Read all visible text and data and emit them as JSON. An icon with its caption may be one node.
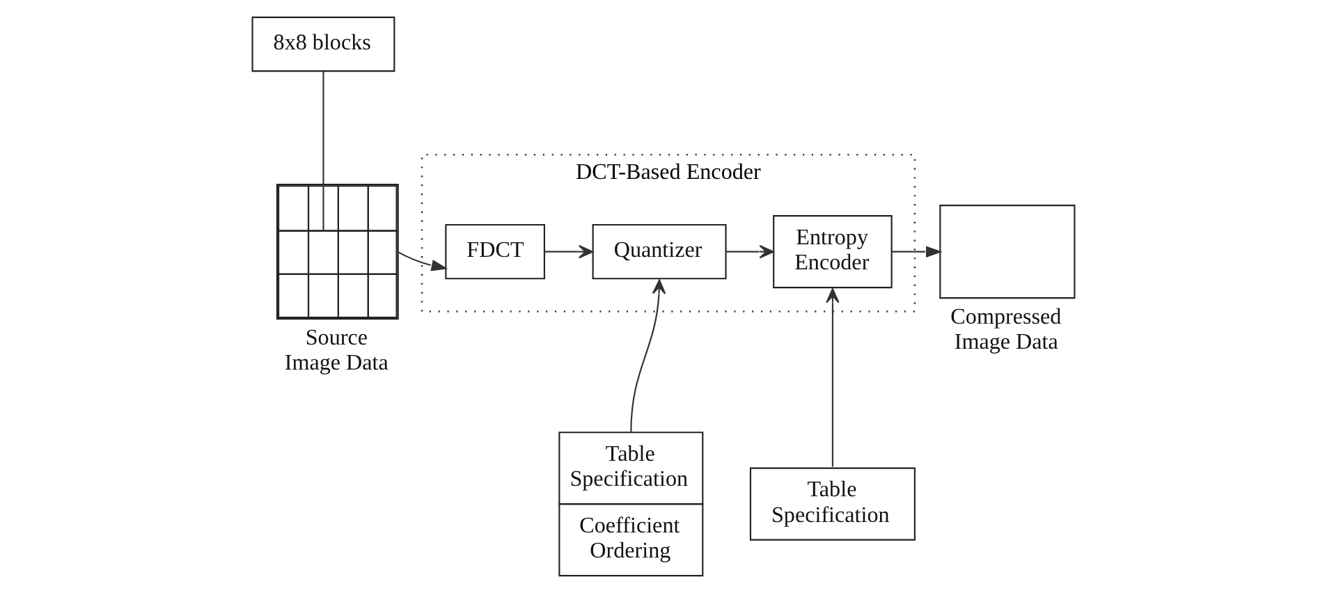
{
  "diagram": {
    "nodes": [
      {
        "text": [
          "8x8 blocks"
        ]
      },
      {
        "text": [
          "DCT-Based Encoder"
        ]
      },
      {
        "text": [],
        "shape": "picture",
        "beside": [
          "Source Image Data"
        ]
      },
      {
        "text": [
          "FDCT"
        ],
        "in": 1
      },
      {
        "text": [
          "Quantizer"
        ],
        "in": 1
      },
      {
        "text": [
          "Entropy Encoder"
        ],
        "in": 1
      },
      {
        "text": [],
        "shape": "box",
        "beside": [
          "Compressed Image Data"
        ]
      },
      {
        "text": [
          "Table Specification",
          "Coefficient Ordering"
        ]
      },
      {
        "text": [
          "Table Specification"
        ]
      }
    ],
    "edges": [
      {
        "from": 0,
        "to": 2,
        "arrow": "none"
      },
      {
        "from": 2,
        "to": 3,
        "arrow": "to"
      },
      {
        "from": 3,
        "to": 4,
        "arrow": "to"
      },
      {
        "from": 4,
        "to": 5,
        "arrow": "to"
      },
      {
        "from": 5,
        "to": 6,
        "arrow": "to"
      },
      {
        "from": 7,
        "to": 4,
        "arrow": "to"
      },
      {
        "from": 8,
        "to": 5,
        "arrow": "to"
      }
    ]
  }
}
